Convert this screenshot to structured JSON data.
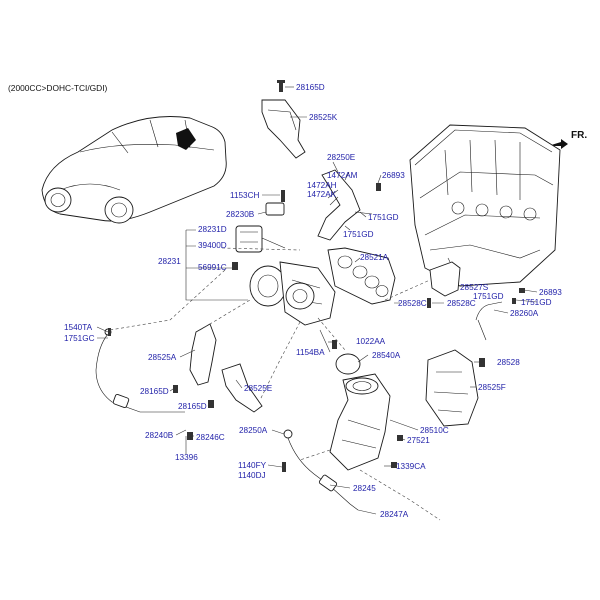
{
  "header": {
    "engine_spec": "(2000CC>DOHC-TCI/GDI)"
  },
  "direction": {
    "label": "FR."
  },
  "labels": [
    {
      "text": "28165D"
    },
    {
      "text": "28525K"
    },
    {
      "text": "28250E"
    },
    {
      "text": "1472AM"
    },
    {
      "text": "26893"
    },
    {
      "text": "1472AH"
    },
    {
      "text": "1472AK"
    },
    {
      "text": "1153CH"
    },
    {
      "text": "1751GD"
    },
    {
      "text": "1751GD"
    },
    {
      "text": "28230B"
    },
    {
      "text": "28231D"
    },
    {
      "text": "39400D"
    },
    {
      "text": "28231"
    },
    {
      "text": "56991C"
    },
    {
      "text": "28521A"
    },
    {
      "text": "28527S"
    },
    {
      "text": "26893"
    },
    {
      "text": "1751GD"
    },
    {
      "text": "1751GD"
    },
    {
      "text": "28528C"
    },
    {
      "text": "28528C"
    },
    {
      "text": "28260A"
    },
    {
      "text": "1540TA"
    },
    {
      "text": "1751GC"
    },
    {
      "text": "1022AA"
    },
    {
      "text": "1154BA"
    },
    {
      "text": "28540A"
    },
    {
      "text": "28525A"
    },
    {
      "text": "28528"
    },
    {
      "text": "28525F"
    },
    {
      "text": "28165D"
    },
    {
      "text": "28525E"
    },
    {
      "text": "28165D"
    },
    {
      "text": "28250A"
    },
    {
      "text": "28510C"
    },
    {
      "text": "28240B"
    },
    {
      "text": "28246C"
    },
    {
      "text": "27521"
    },
    {
      "text": "13396"
    },
    {
      "text": "1140FY"
    },
    {
      "text": "1339CA"
    },
    {
      "text": "1140DJ"
    },
    {
      "text": "28245"
    },
    {
      "text": "28247A"
    }
  ]
}
